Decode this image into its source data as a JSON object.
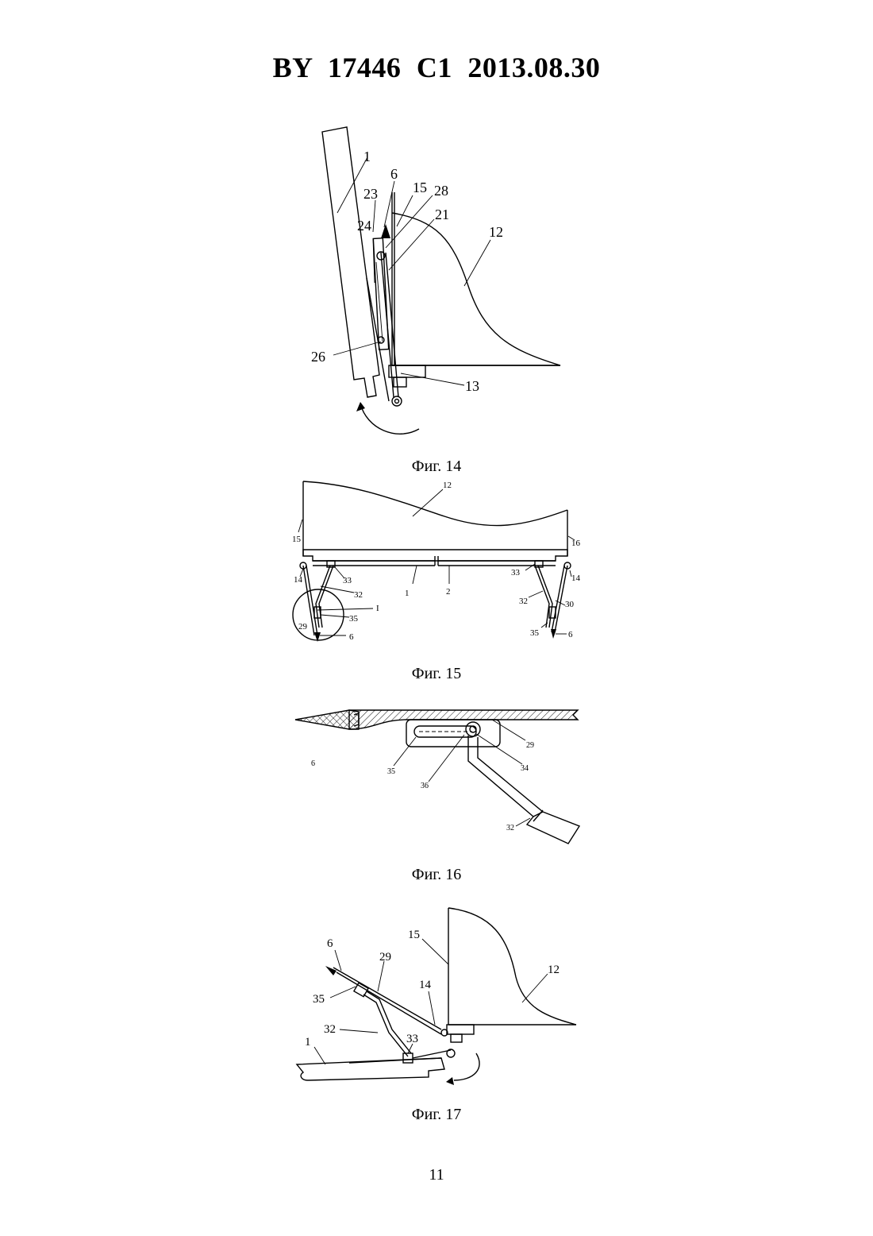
{
  "header": {
    "title": "BY  17446  C1  2013.08.30"
  },
  "figures": [
    {
      "caption": "Фиг. 14",
      "labels": [
        "1",
        "6",
        "23",
        "15",
        "28",
        "21",
        "12",
        "24",
        "26",
        "13"
      ]
    },
    {
      "caption": "Фиг. 15",
      "labels": [
        "12",
        "15",
        "16",
        "14",
        "33",
        "1",
        "2",
        "33",
        "14",
        "32",
        "32",
        "30",
        "35",
        "I",
        "29",
        "6",
        "35",
        "6"
      ]
    },
    {
      "caption": "Фиг. 16",
      "labels": [
        "6",
        "29",
        "35",
        "34",
        "36",
        "32"
      ]
    },
    {
      "caption": "Фиг. 17",
      "labels": [
        "15",
        "12",
        "6",
        "29",
        "14",
        "35",
        "32",
        "33",
        "1"
      ]
    }
  ],
  "page": {
    "number": "11"
  }
}
